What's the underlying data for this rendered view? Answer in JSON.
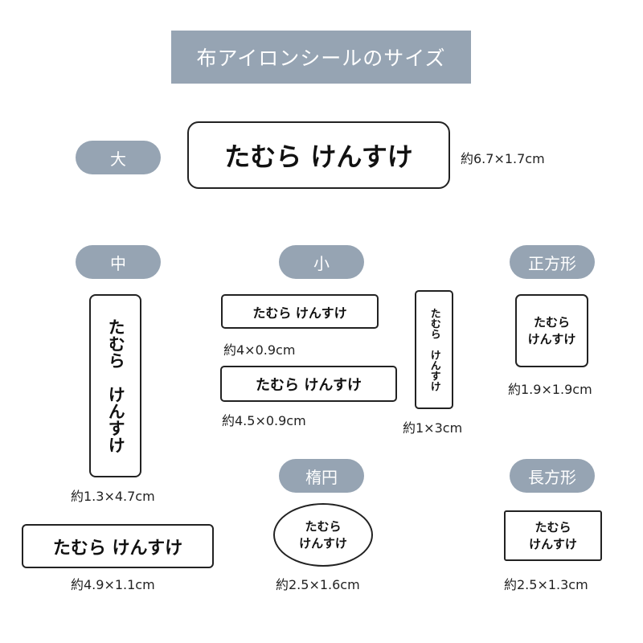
{
  "title": "布アイロンシールのサイズ",
  "name": "たむら けんすけ",
  "name_line1": "たむら",
  "name_line2": "けんすけ",
  "categories": {
    "large": "大",
    "medium": "中",
    "small": "小",
    "square": "正方形",
    "oval": "楕円",
    "rectangle": "長方形"
  },
  "sizes": {
    "large": "約6.7×1.7cm",
    "medium_vertical": "約1.3×4.7cm",
    "medium_horizontal": "約4.9×1.1cm",
    "small_a": "約4×0.9cm",
    "small_b": "約4.5×0.9cm",
    "small_vertical": "約1×3cm",
    "square": "約1.9×1.9cm",
    "oval": "約2.5×1.6cm",
    "rectangle": "約2.5×1.3cm"
  },
  "colors": {
    "accent": "#96a4b3",
    "border": "#222222"
  }
}
